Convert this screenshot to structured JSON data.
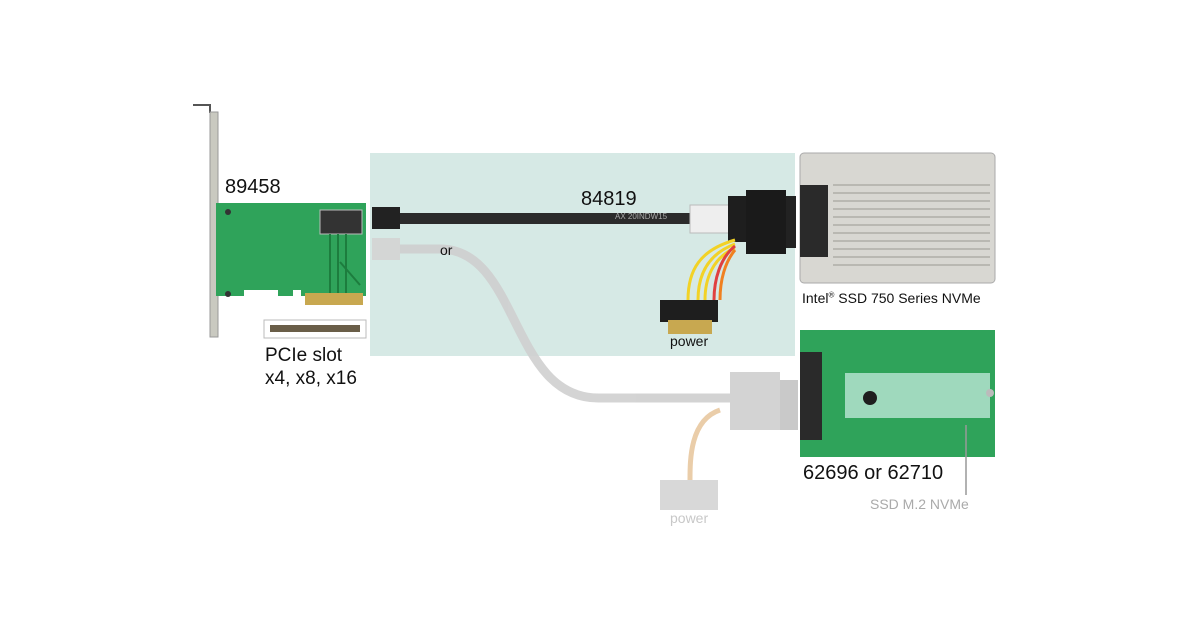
{
  "labels": {
    "card_id": "89458",
    "slot_line1": "PCIe slot",
    "slot_line2": "x4, x8, x16",
    "cable_id": "84819",
    "cable_print": "AX 20INDW15",
    "or": "or",
    "ssd_name_prefix": "Intel",
    "ssd_name_reg": "®",
    "ssd_name_suffix": " SSD 750 Series NVMe",
    "power": "power",
    "power_faded": "power",
    "adapter_ids": "62696 or 62710",
    "m2_label": "SSD M.2 NVMe"
  },
  "colors": {
    "highlight": "#d6e9e5",
    "pcb": "#2fa35a",
    "cable": "#222222",
    "faded": "#cfcfcf"
  }
}
